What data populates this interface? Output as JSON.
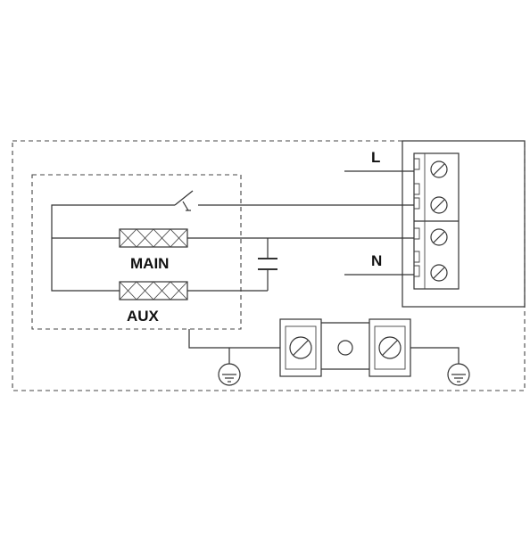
{
  "labels": {
    "line": "L",
    "neutral": "N",
    "main_winding": "MAIN",
    "aux_winding": "AUX"
  },
  "icons": [
    "thermal-switch-icon",
    "capacitor-icon",
    "ground-icon",
    "screw-terminal-icon"
  ]
}
